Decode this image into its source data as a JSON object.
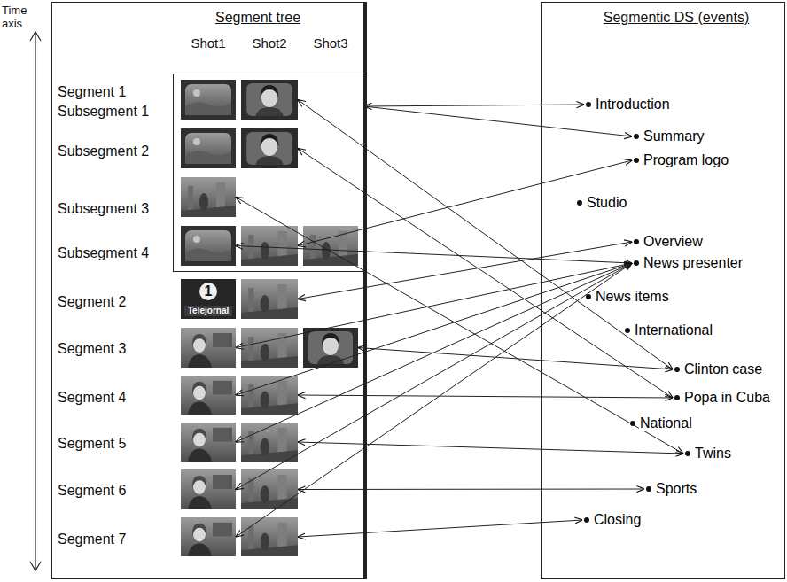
{
  "diagram": {
    "nodes": [
      {
        "text": [
          "Segment tree"
        ]
      },
      {
        "text": [
          "Segment 1"
        ],
        "in": 0
      },
      {
        "text": [
          "Subsegment 1"
        ],
        "in": 1
      },
      {
        "text": [
          "Subsegment 2"
        ],
        "in": 1
      },
      {
        "text": [
          "Subsegment 3"
        ],
        "in": 1
      },
      {
        "text": [
          "Subsegment 4"
        ],
        "in": 1
      },
      {
        "text": [
          "Segment 2"
        ],
        "in": 0
      },
      {
        "text": [
          "Segment 3"
        ],
        "in": 0
      },
      {
        "text": [
          "Segment 4"
        ],
        "in": 0
      },
      {
        "text": [
          "Segment 5"
        ],
        "in": 0
      },
      {
        "text": [
          "Segment 6"
        ],
        "in": 0
      },
      {
        "text": [
          "Segment 7"
        ],
        "in": 0
      },
      {
        "text": [
          "Segmentic DS (events)"
        ]
      },
      {
        "text": [
          "Introduction"
        ],
        "in": 12
      },
      {
        "text": [
          "Summary"
        ],
        "in": 12
      },
      {
        "text": [
          "Program logo"
        ],
        "in": 12
      },
      {
        "text": [
          "Studio"
        ],
        "in": 12
      },
      {
        "text": [
          "Overview"
        ],
        "in": 12
      },
      {
        "text": [
          "News presenter"
        ],
        "in": 12
      },
      {
        "text": [
          "News items"
        ],
        "in": 12
      },
      {
        "text": [
          "International"
        ],
        "in": 12
      },
      {
        "text": [
          "Clinton case"
        ],
        "in": 12
      },
      {
        "text": [
          "Popa in Cuba"
        ],
        "in": 12
      },
      {
        "text": [
          "National"
        ],
        "in": 12
      },
      {
        "text": [
          "Twins"
        ],
        "in": 12
      },
      {
        "text": [
          "Sports"
        ],
        "in": 12
      },
      {
        "text": [
          "Closing"
        ],
        "in": 12
      }
    ],
    "edges": [
      {
        "from": 1,
        "to": 13,
        "arrow": "both"
      },
      {
        "from": 1,
        "to": 14,
        "arrow": "to"
      },
      {
        "from": 5,
        "to": 15,
        "arrow": "both"
      },
      {
        "from": 2,
        "to": 21,
        "arrow": "both"
      },
      {
        "from": 3,
        "to": 22,
        "arrow": "both"
      },
      {
        "from": 4,
        "to": 24,
        "arrow": "both"
      },
      {
        "from": 5,
        "to": 18,
        "arrow": "both"
      },
      {
        "from": 6,
        "to": 17,
        "arrow": "both"
      },
      {
        "from": 7,
        "to": 18,
        "arrow": "both"
      },
      {
        "from": 8,
        "to": 18,
        "arrow": "both"
      },
      {
        "from": 9,
        "to": 18,
        "arrow": "both"
      },
      {
        "from": 10,
        "to": 18,
        "arrow": "both"
      },
      {
        "from": 11,
        "to": 18,
        "arrow": "both"
      },
      {
        "from": 7,
        "to": 21,
        "arrow": "both"
      },
      {
        "from": 8,
        "to": 22,
        "arrow": "both"
      },
      {
        "from": 9,
        "to": 24,
        "arrow": "both"
      },
      {
        "from": 10,
        "to": 25,
        "arrow": "both"
      },
      {
        "from": 11,
        "to": 26,
        "arrow": "both"
      }
    ],
    "labels": [
      "Time axis",
      "Shot1",
      "Shot2",
      "Shot3",
      "1",
      "Telejornal"
    ]
  }
}
